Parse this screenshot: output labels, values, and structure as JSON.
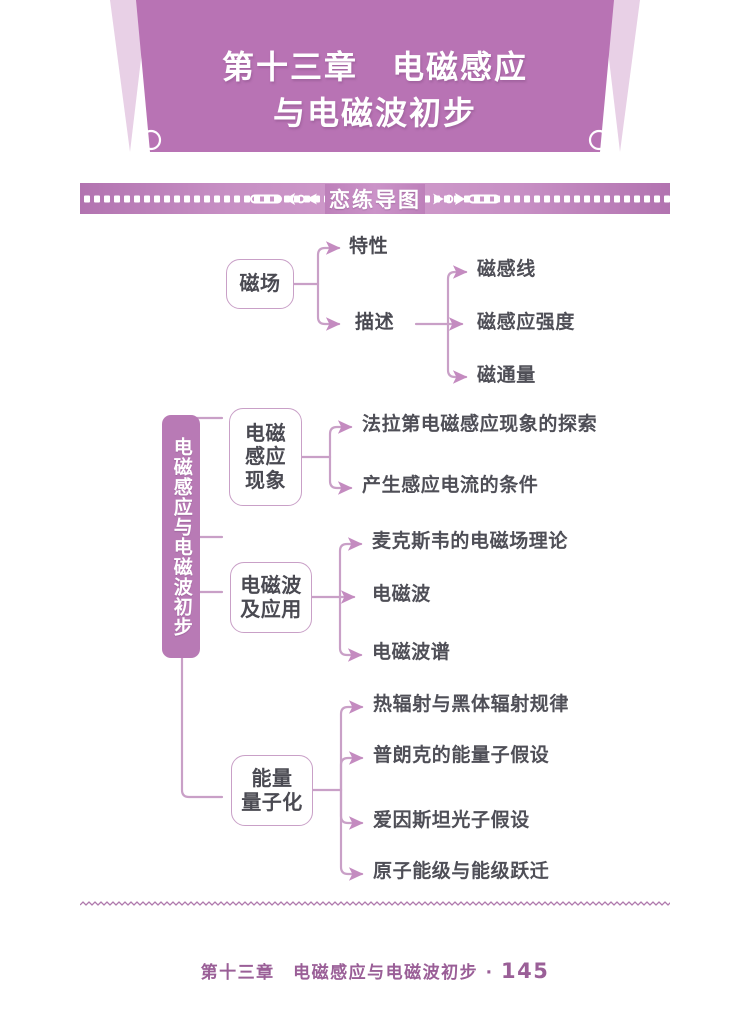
{
  "page": {
    "background_color": "#ffffff",
    "accent_color": "#b87ab5",
    "line_color": "#c9a0c7"
  },
  "banner": {
    "title_line1": "第十三章　电磁感应",
    "title_line2": "与电磁波初步",
    "fill_color": "#b873b4",
    "wing_color": "#e3c6e0"
  },
  "section_header": {
    "label": "恋练导图",
    "left_ornament": "arrow-left-ornament",
    "right_ornament": "arrow-right-ornament"
  },
  "mindmap": {
    "root": "电磁感应与电磁波初步",
    "branches": [
      {
        "title": "磁场",
        "children": [
          {
            "label": "特性",
            "children": []
          },
          {
            "label": "描述",
            "children": [
              "磁感线",
              "磁感应强度",
              "磁通量"
            ]
          }
        ]
      },
      {
        "title": "电磁感应现象",
        "title_lines": [
          "电磁",
          "感应",
          "现象"
        ],
        "children": [
          {
            "label": "法拉第电磁感应现象的探索",
            "children": []
          },
          {
            "label": "产生感应电流的条件",
            "children": []
          }
        ]
      },
      {
        "title": "电磁波及应用",
        "title_lines": [
          "电磁波",
          "及应用"
        ],
        "children": [
          {
            "label": "麦克斯韦的电磁场理论",
            "children": []
          },
          {
            "label": "电磁波",
            "children": []
          },
          {
            "label": "电磁波谱",
            "children": []
          }
        ]
      },
      {
        "title": "能量量子化",
        "title_lines": [
          "能量",
          "量子化"
        ],
        "children": [
          {
            "label": "热辐射与黑体辐射规律",
            "children": []
          },
          {
            "label": "普朗克的能量子假设",
            "children": []
          },
          {
            "label": "爱因斯坦光子假设",
            "children": []
          },
          {
            "label": "原子能级与能级跃迁",
            "children": []
          }
        ]
      }
    ]
  },
  "footer": {
    "chapter": "第十三章　电磁感应与电磁波初步",
    "separator": "·",
    "page_number": "145"
  }
}
